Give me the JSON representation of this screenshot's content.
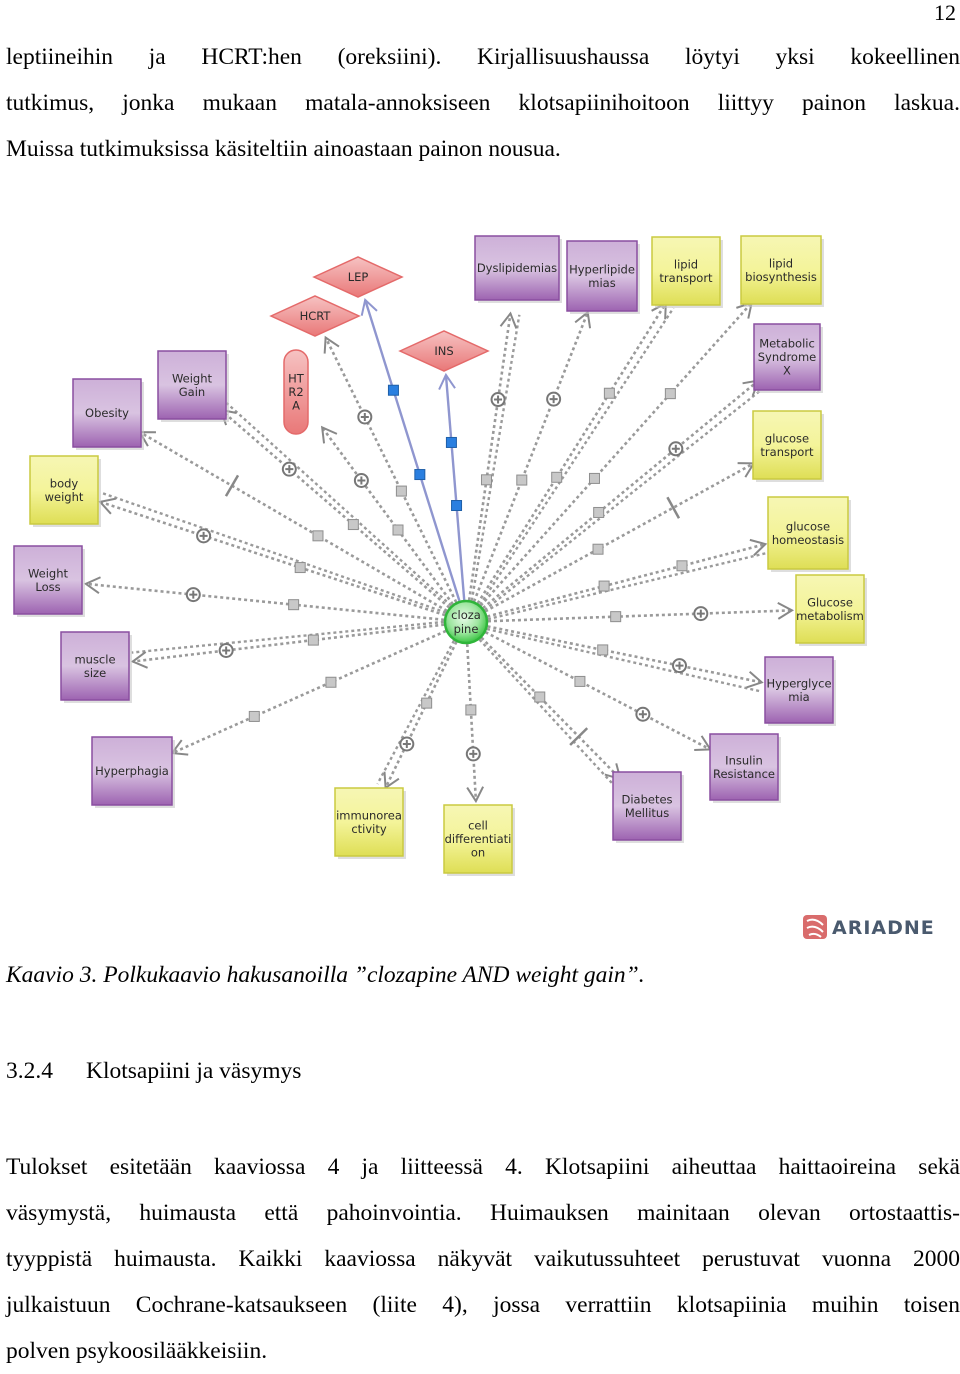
{
  "page_number": "12",
  "paragraph1": {
    "lines": [
      "leptiineihin ja HCRT:hen (oreksiini). Kirjallisuushaussa löytyi yksi kokeellinen",
      "tutkimus, jonka mukaan matala-annoksiseen klotsapiinihoitoon liittyy painon laskua.",
      "Muissa tutkimuksissa käsiteltiin ainoastaan painon nousua."
    ]
  },
  "diagram": {
    "center": [
      "cloza",
      "pine"
    ],
    "nodes": {
      "lep": [
        "LEP"
      ],
      "hcrt": [
        "HCRT"
      ],
      "ins": [
        "INS"
      ],
      "htr2a": [
        "HT",
        "R2",
        "A"
      ],
      "dyslipidemias": [
        "Dyslipidemias"
      ],
      "hyperlipidemias": [
        "Hyperlipide",
        "mias"
      ],
      "lipid_transport": [
        "lipid",
        "transport"
      ],
      "lipid_biosynthesis": [
        "lipid",
        "biosynthesis"
      ],
      "metabolic_syndrome": [
        "Metabolic",
        "Syndrome",
        "X"
      ],
      "glucose_transport": [
        "glucose",
        "transport"
      ],
      "glucose_homeostasis": [
        "glucose",
        "homeostasis"
      ],
      "glucose_metabolism": [
        "Glucose",
        "metabolism"
      ],
      "hyperglycemia": [
        "Hyperglyce",
        "mia"
      ],
      "insulin_resistance": [
        "Insulin",
        "Resistance"
      ],
      "diabetes_mellitus": [
        "Diabetes",
        "Mellitus"
      ],
      "cell_differentiation": [
        "cell",
        "differentiati",
        "on"
      ],
      "immunoreactivity": [
        "immunorea",
        "ctivity"
      ],
      "hyperphagia": [
        "Hyperphagia"
      ],
      "muscle_size": [
        "muscle",
        "size"
      ],
      "weight_loss": [
        "Weight",
        "Loss"
      ],
      "body_weight": [
        "body",
        "weight"
      ],
      "obesity": [
        "Obesity"
      ],
      "weight_gain": [
        "Weight",
        "Gain"
      ]
    },
    "logo_text": "ARIADNE",
    "colors": {
      "purple_node": "#b27fc0",
      "yellow_node": "#eeee77",
      "red_node": "#ef8f8f",
      "center_node": "#58d460",
      "edge": "#9a9a9a",
      "regulation_edge": "#8f96cf"
    }
  },
  "caption": "Kaavio 3. Polkukaavio hakusanoilla ”clozapine AND weight gain”.",
  "heading": {
    "number": "3.2.4",
    "title": "Klotsapiini ja väsymys"
  },
  "paragraph2": {
    "lines": [
      "Tulokset esitetään kaaviossa 4 ja liitteessä 4. Klotsapiini aiheuttaa haittaoireina sekä",
      "väsymystä, huimausta että pahoinvointia. Huimauksen mainitaan olevan ortostaattis-",
      "tyyppistä huimausta. Kaikki kaaviossa näkyvät vaikutussuhteet perustuvat vuonna 2000",
      "julkaistuun Cochrane-katsaukseen (liite 4), jossa verrattiin klotsapiinia muihin toisen",
      "polven psykoosilääkkeisiin."
    ]
  }
}
